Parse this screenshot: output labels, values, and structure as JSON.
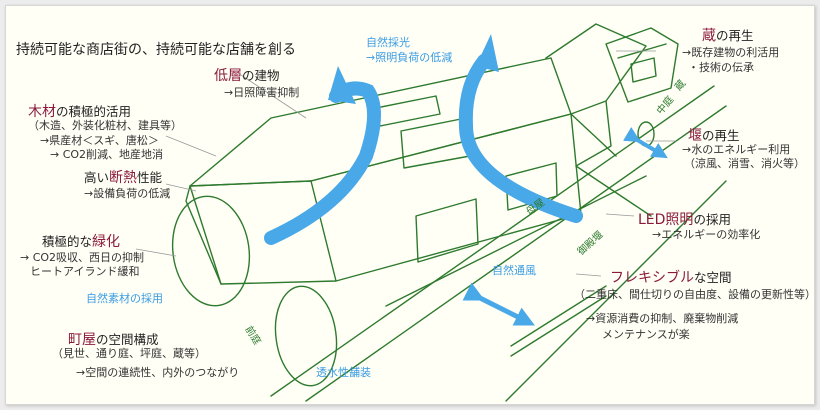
{
  "title": "持続可能な商店街の、持続可能な店舗を創る",
  "labels": {
    "kura": {
      "hl": "蔵",
      "rest": "の再生",
      "l1": "→既存建物の利活用",
      "l2": "・技術の伝承"
    },
    "seki": {
      "hl": "堰",
      "rest": "の再生",
      "l1": "→水のエネルギー利用",
      "l2": "（涼風、消雪、消火等）"
    },
    "led": {
      "hl": "LED照明",
      "rest": "の採用",
      "l1": "→エネルギーの効率化"
    },
    "flex": {
      "hl": "フレキシブル",
      "rest": "な空間",
      "l1": "（二重床、間仕切りの自由度、設備の更新性等）",
      "l2": "→資源消費の抑制、廃棄物削減",
      "l3": "メンテナンスが楽"
    },
    "teiso": {
      "hl": "低層",
      "rest": "の建物",
      "l1": "→日照障害抑制"
    },
    "mokuzai": {
      "hl": "木材",
      "rest": "の積極的活用",
      "l1": "（木造、外装化粧材、建具等）",
      "l2": "→県産材＜スギ、唐松＞",
      "l3": "→ CO2削減、地産地消"
    },
    "dannetsu": {
      "pre": "高い",
      "hl": "断熱",
      "rest": "性能",
      "l1": "→設備負荷の低減"
    },
    "ryokka": {
      "pre": "積極的な",
      "hl": "緑化",
      "l1": "→ CO2吸収、西日の抑制",
      "l2": "ヒートアイランド緩和"
    },
    "machiya": {
      "hl": "町屋",
      "rest": "の空間構成",
      "l1": "（見世、通り庭、坪庭、蔵等）",
      "l2": "→空間の連続性、内外のつながり"
    }
  },
  "blue_labels": {
    "saiko_1": "自然採光",
    "saiko_2": "→照明負荷の低減",
    "tsufu": "自然通風",
    "sozai": "自然素材の採用",
    "hoso": "透水性舗装"
  },
  "green_labels": {
    "omoya": "母屋",
    "nakaniwa": "中庭",
    "kura": "蔵",
    "oyakatomichi": "御殿堰",
    "maeniwa": "前庭"
  },
  "colors": {
    "outline": "#2e7a2e",
    "arrow": "#48a8e8",
    "highlight": "#8b1a3c",
    "text": "#222222",
    "blue_text": "#3a9be3"
  }
}
